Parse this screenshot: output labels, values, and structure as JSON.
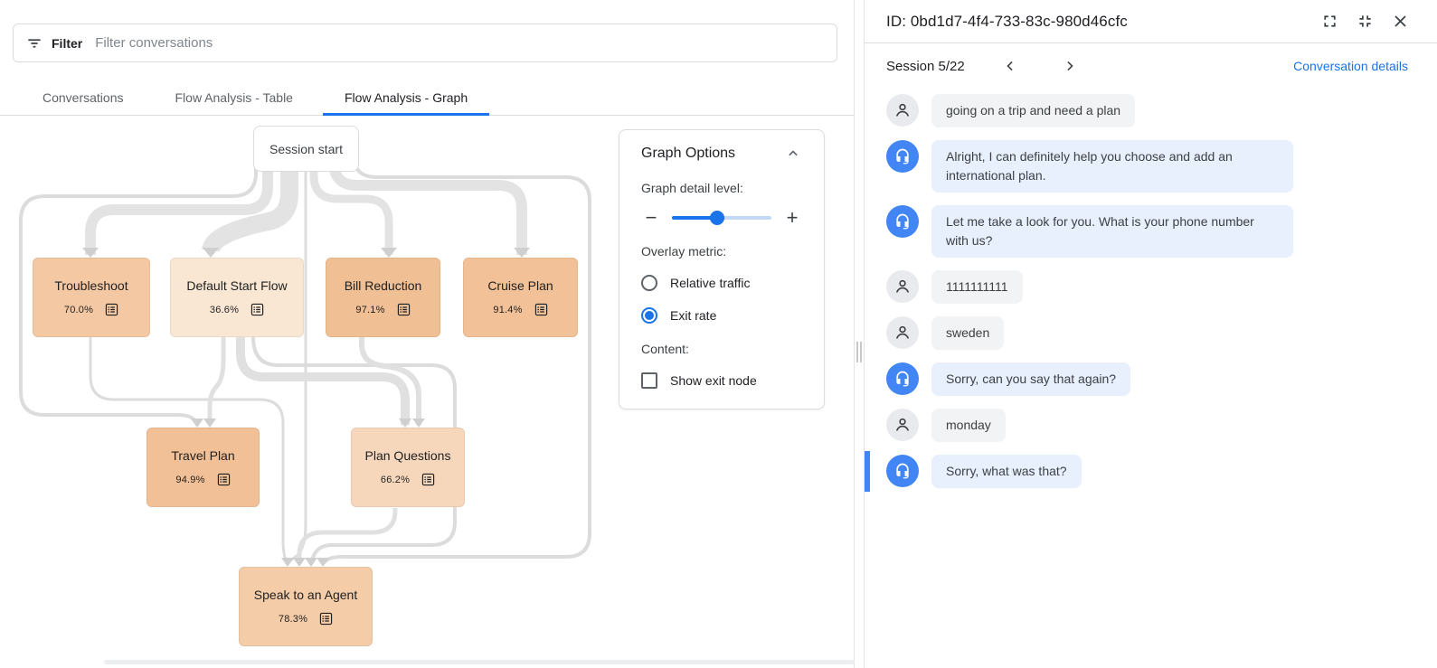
{
  "filter_bar": {
    "label": "Filter",
    "placeholder": "Filter conversations"
  },
  "tabs": [
    {
      "label": "Conversations",
      "active": false
    },
    {
      "label": "Flow Analysis - Table",
      "active": false
    },
    {
      "label": "Flow Analysis - Graph",
      "active": true
    }
  ],
  "graph": {
    "start_node": {
      "label": "Session start"
    },
    "nodes": [
      {
        "label": "Troubleshoot",
        "exit_rate": "70.0%",
        "color": "#f4c8a3"
      },
      {
        "label": "Default Start Flow",
        "exit_rate": "36.6%",
        "color": "#f9e7d4"
      },
      {
        "label": "Bill Reduction",
        "exit_rate": "97.1%",
        "color": "#f1bf94"
      },
      {
        "label": "Cruise Plan",
        "exit_rate": "91.4%",
        "color": "#f2c197"
      },
      {
        "label": "Travel Plan",
        "exit_rate": "94.9%",
        "color": "#f1c096"
      },
      {
        "label": "Plan Questions",
        "exit_rate": "66.2%",
        "color": "#f6d7bc"
      },
      {
        "label": "Speak to an Agent",
        "exit_rate": "78.3%",
        "color": "#f4cca8"
      }
    ]
  },
  "graph_options": {
    "title": "Graph Options",
    "detail_label": "Graph detail level:",
    "slider": {
      "value_pct": 45
    },
    "overlay_label": "Overlay metric:",
    "overlay_options": [
      {
        "label": "Relative traffic",
        "selected": false
      },
      {
        "label": "Exit rate",
        "selected": true
      }
    ],
    "content_label": "Content:",
    "content_options": [
      {
        "label": "Show exit node",
        "checked": false
      }
    ],
    "accent_color": "#1a73e8"
  },
  "detail_panel": {
    "id_title": "ID: 0bd1d7-4f4-733-83c-980d46cfc",
    "session_label": "Session 5/22",
    "details_link": "Conversation details",
    "messages": [
      {
        "sender": "user",
        "text": "going on a trip and need a plan",
        "highlighted": false
      },
      {
        "sender": "bot",
        "text": "Alright, I can definitely help you choose and add an international plan.",
        "highlighted": false
      },
      {
        "sender": "bot",
        "text": "Let me take a look for you. What is your phone number with us?",
        "highlighted": false
      },
      {
        "sender": "user",
        "text": "1111111111",
        "highlighted": false
      },
      {
        "sender": "user",
        "text": "sweden",
        "highlighted": false
      },
      {
        "sender": "bot",
        "text": "Sorry, can you say that again?",
        "highlighted": false
      },
      {
        "sender": "user",
        "text": "monday",
        "highlighted": false
      },
      {
        "sender": "bot",
        "text": "Sorry, what was that?",
        "highlighted": true
      }
    ],
    "colors": {
      "bot_bubble": "#e8f0fe",
      "user_bubble": "#f1f3f4",
      "bot_avatar": "#4285f4",
      "link": "#1a73e8",
      "highlight_bar": "#4285f4"
    }
  },
  "icons": [
    "filter-icon",
    "chevron-up-icon",
    "minus-icon",
    "plus-icon",
    "list-alt-icon",
    "fullscreen-icon",
    "fullscreen-exit-icon",
    "close-icon",
    "chevron-left-icon",
    "chevron-right-icon",
    "person-icon",
    "headset-icon"
  ]
}
